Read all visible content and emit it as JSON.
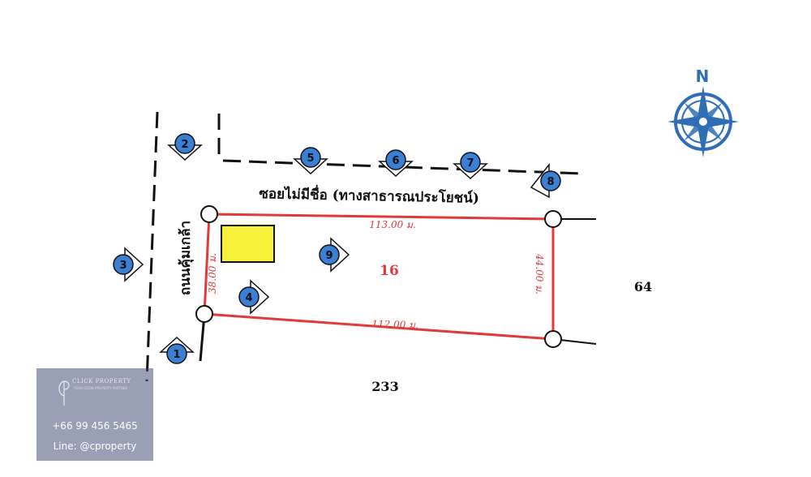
{
  "compass": {
    "label": "N",
    "color": "#2f6db5"
  },
  "road_side": {
    "name": "ถนนคุ้มเกล้า"
  },
  "soi": {
    "name": "ซอยไม่มีชื่อ (ทางสาธารณประโยชน์)"
  },
  "plot": {
    "number": "16",
    "border_color": "#e03a3a",
    "dims": {
      "top": "113.00 ม.",
      "bottom": "112.00 ม.",
      "left": "38.00 ม.",
      "right": "44.00 ม."
    }
  },
  "neighbors": {
    "right": "64",
    "bottom": "233"
  },
  "markers": [
    {
      "label": "1"
    },
    {
      "label": "2"
    },
    {
      "label": "3"
    },
    {
      "label": "4"
    },
    {
      "label": "5"
    },
    {
      "label": "6"
    },
    {
      "label": "7"
    },
    {
      "label": "8"
    },
    {
      "label": "9"
    }
  ],
  "marker_color": "#3b7fd4",
  "building_color": "#f7f13c",
  "watermark": {
    "brand": "CLICK PROPERTY",
    "tagline": "YOUR GOOD PROPERTY PARTNER",
    "phone": "+66 99 456 5465",
    "line": "Line: @cproperty"
  }
}
